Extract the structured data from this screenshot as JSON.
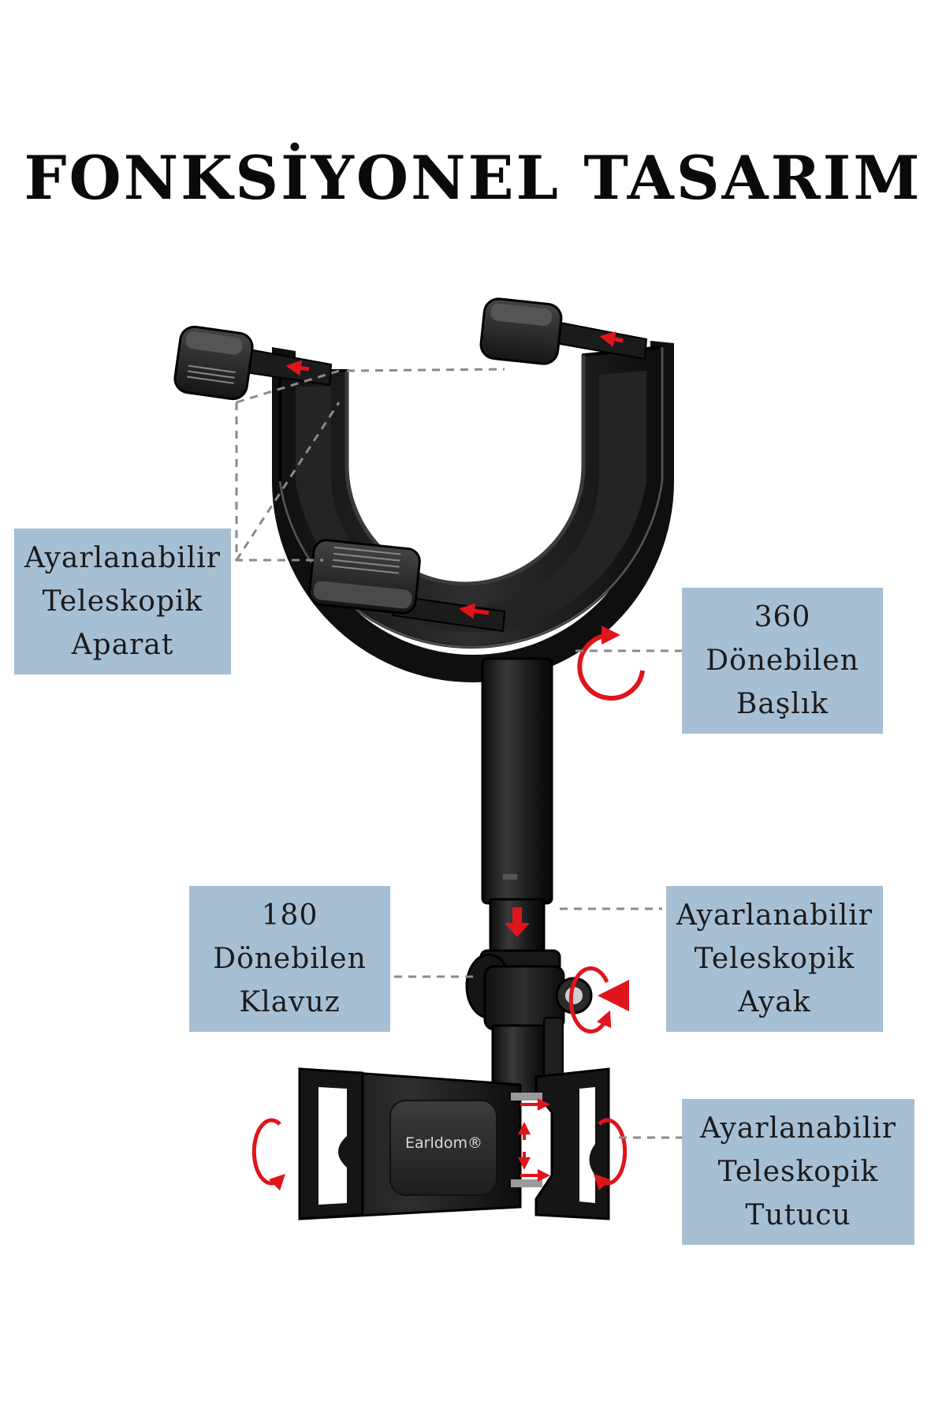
{
  "title": "FONKSİYONEL TASARIM",
  "labels": {
    "aparat": [
      "Ayarlanabilir",
      "Teleskopik",
      "Aparat"
    ],
    "baslik": [
      "360",
      "Dönebilen",
      "Başlık"
    ],
    "klavuz": [
      "180",
      "Dönebilen",
      "Klavuz"
    ],
    "ayak": [
      "Ayarlanabilir",
      "Teleskopik",
      "Ayak"
    ],
    "tutucu": [
      "Ayarlanabilir",
      "Teleskopik",
      "Tutucu"
    ]
  },
  "brand_logo": "Earldom®",
  "colors": {
    "label_bg": "#a7bfd3",
    "arrow_red": "#e0141b",
    "dashed_line": "#8a8a8a",
    "product_black": "#1c1c1c"
  }
}
